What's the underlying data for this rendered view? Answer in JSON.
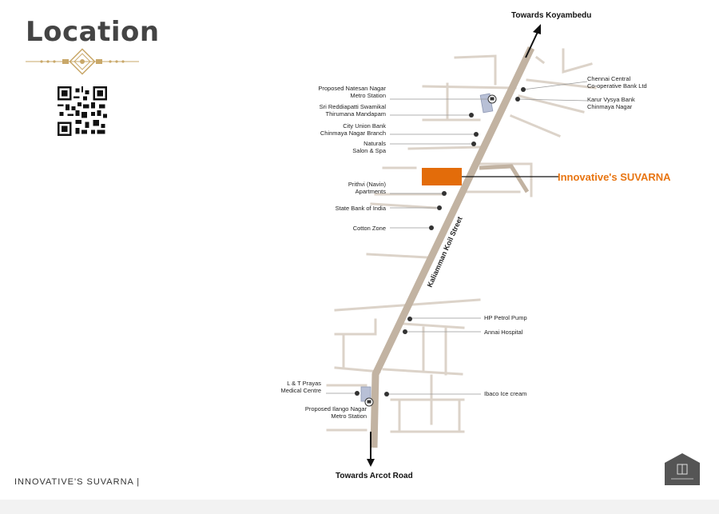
{
  "page": {
    "title": "Location",
    "footer": "INNOVATIVE'S SUVARNA |"
  },
  "colors": {
    "road_main": "#c2b3a2",
    "road_minor": "#dcd3c9",
    "project": "#e36c0a",
    "ornament": "#c9a86a",
    "leader": "#999999"
  },
  "map": {
    "direction_north": "Towards Koyambedu",
    "direction_south": "Towards Arcot Road",
    "street_name": "Kaliamman Koil Street",
    "project_label": "Innovative's SUVARNA",
    "landmarks_left": [
      {
        "lines": [
          "Proposed Natesan Nagar",
          "Metro Station"
        ],
        "icon": "metro-icon"
      },
      {
        "lines": [
          "Sri Reddiapatti Swamikal",
          "Thirumana Mandapam"
        ],
        "icon": "dot"
      },
      {
        "lines": [
          "City Union Bank",
          "Chinmaya Nagar Branch"
        ],
        "icon": "dot"
      },
      {
        "lines": [
          "Naturals",
          "Salon & Spa"
        ],
        "icon": "dot"
      },
      {
        "lines": [
          "Prithvi (Navin)",
          "Apartments"
        ],
        "icon": "dot"
      },
      {
        "lines": [
          "State Bank of India"
        ],
        "icon": "dot"
      },
      {
        "lines": [
          "Cotton Zone"
        ],
        "icon": "dot"
      },
      {
        "lines": [
          "L & T Prayas",
          "Medical Centre"
        ],
        "icon": "dot"
      },
      {
        "lines": [
          "Proposed Ilango Nagar",
          "Metro Station"
        ],
        "icon": "metro-icon"
      }
    ],
    "landmarks_right": [
      {
        "lines": [
          "Chennai Central",
          "Co-operative Bank Ltd"
        ]
      },
      {
        "lines": [
          "Karur Vysya Bank",
          "Chinmaya Nagar"
        ]
      },
      {
        "lines": [
          "HP Petrol Pump"
        ]
      },
      {
        "lines": [
          "Annai Hospital"
        ]
      },
      {
        "lines": [
          "Ibaco Ice cream"
        ]
      }
    ]
  }
}
